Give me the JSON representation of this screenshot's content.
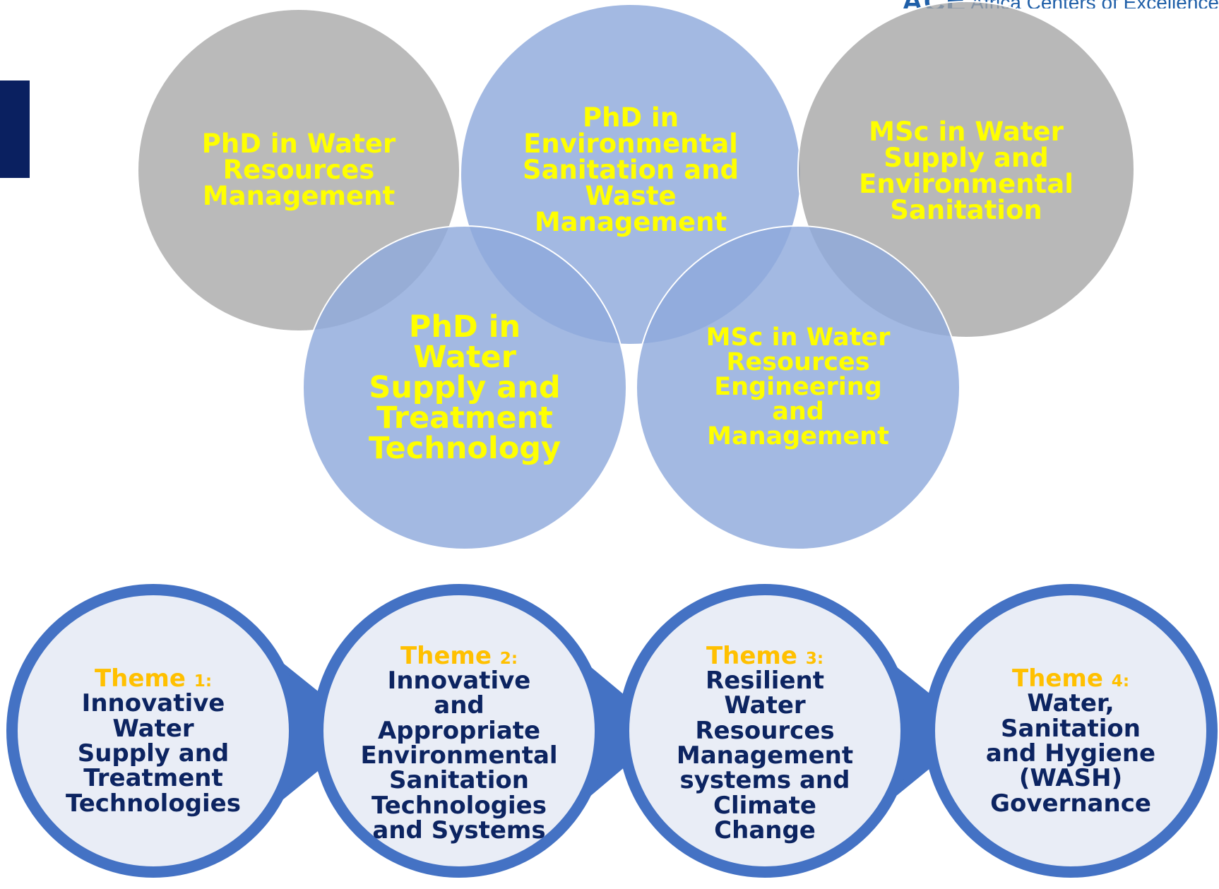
{
  "branding": {
    "logo_mark": "ACE",
    "logo_name": "Africa Centers of Excellence"
  },
  "colors": {
    "gray_circle": "#b1b1b1",
    "blue_circle": "#8faadc",
    "program_text": "#ffff00",
    "theme_fill": "#e9edf6",
    "theme_ring": "#4472c4",
    "theme_heading": "#ffc000",
    "theme_text": "#0c2461",
    "side_bar": "#0a2060"
  },
  "programs": [
    {
      "label": "PhD in Water Resources Management",
      "style": "gray"
    },
    {
      "label": "PhD in Environmental Sanitation and Waste Management",
      "style": "blue"
    },
    {
      "label": "MSc in Water Supply and Environmental Sanitation",
      "style": "gray"
    },
    {
      "label": "PhD in Water Supply and Treatment Technology",
      "style": "blue"
    },
    {
      "label": "MSc in Water Resources Engineering and Management",
      "style": "blue"
    }
  ],
  "themes": [
    {
      "heading": "Theme",
      "number": "1:",
      "text": "Innovative Water Supply and Treatment Technologies"
    },
    {
      "heading": "Theme",
      "number": "2:",
      "text": "Innovative and Appropriate Environmental Sanitation Technologies and Systems"
    },
    {
      "heading": "Theme",
      "number": "3:",
      "text": "Resilient Water Resources Management systems and Climate Change"
    },
    {
      "heading": "Theme",
      "number": "4:",
      "text": "Water, Sanitation and Hygiene (WASH) Governance"
    }
  ]
}
